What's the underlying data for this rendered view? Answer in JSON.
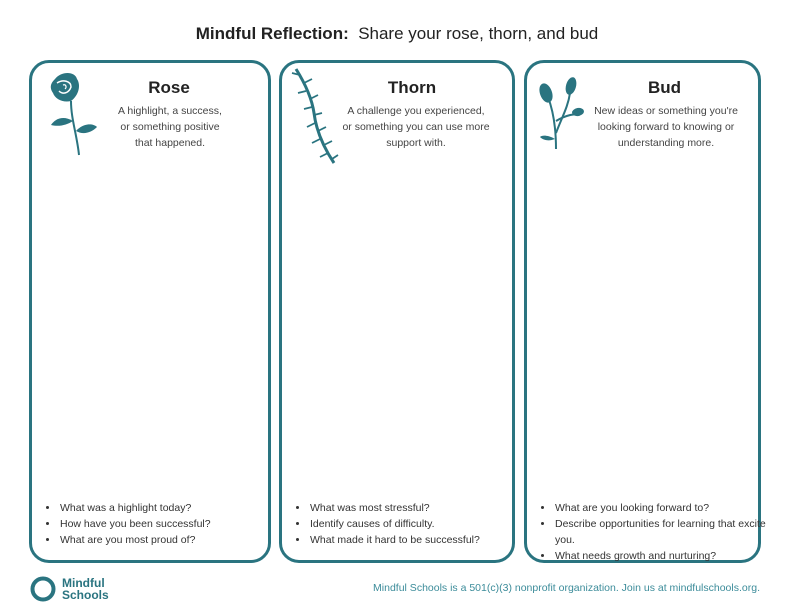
{
  "title": {
    "bold": "Mindful Reflection:",
    "rest": "Share your rose, thorn, and bud"
  },
  "cards": [
    {
      "heading": "Rose",
      "desc": [
        "A highlight, a success,",
        "or something positive",
        "that happened."
      ],
      "questions": [
        "What was a highlight today?",
        "How have you been successful?",
        "What are you most proud of?"
      ],
      "icon": "rose-icon"
    },
    {
      "heading": "Thorn",
      "desc": [
        "A challenge you experienced,",
        "or something you can use more",
        "support with."
      ],
      "questions": [
        "What was most stressful?",
        "Identify causes of difficulty.",
        "What made it hard to be successful?"
      ],
      "icon": "thorny-stem-icon"
    },
    {
      "heading": "Bud",
      "desc": [
        "New ideas or something you're",
        "looking forward to knowing or",
        "understanding more."
      ],
      "questions": [
        "What are you looking forward to?",
        "Describe opportunities for learning that excite you.",
        "What needs growth and nurturing?"
      ],
      "icon": "bud-icon"
    }
  ],
  "footer": {
    "brand_line1": "Mindful",
    "brand_line2": "Schools",
    "text": "Mindful Schools is a 501(c)(3) nonprofit organization.  Join us at mindfulschools.org."
  },
  "colors": {
    "accent": "#2a7480",
    "link": "#3c8c9a"
  }
}
